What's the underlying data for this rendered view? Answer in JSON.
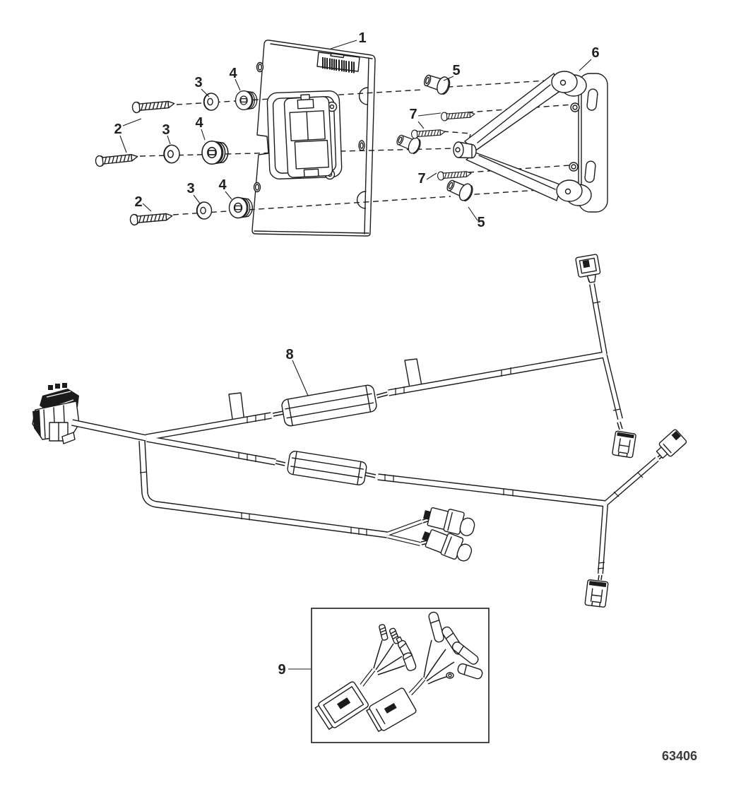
{
  "page": {
    "background_color": "#ffffff",
    "line_color": "#1c1c1c"
  },
  "diagram": {
    "type": "exploded-parts-diagram",
    "drawing_number": "63406",
    "callouts": {
      "c1": "1",
      "c2a": "2",
      "c2b": "2",
      "c3a": "3",
      "c3b": "3",
      "c3c": "3",
      "c4a": "4",
      "c4b": "4",
      "c4c": "4",
      "c5a": "5",
      "c5b": "5",
      "c6": "6",
      "c7a": "7",
      "c7b": "7",
      "c8": "8",
      "c9": "9"
    }
  }
}
